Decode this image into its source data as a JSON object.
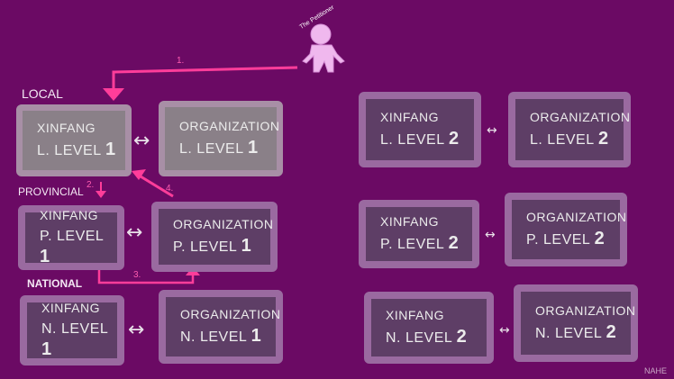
{
  "petitioner": {
    "label": "The Petitioner"
  },
  "levels": {
    "local": "Local",
    "provincial": "Provincial",
    "national": "National"
  },
  "steps": [
    "1.",
    "2.",
    "3.",
    "4."
  ],
  "boxes": {
    "xl1": {
      "top": "Xinfang",
      "bottom_prefix": "L. Level",
      "bottom_num": "1"
    },
    "ol1": {
      "top": "Organization",
      "bottom_prefix": "L. Level",
      "bottom_num": "1"
    },
    "xp1": {
      "top": "Xinfang",
      "bottom_prefix": "P. Level",
      "bottom_num": "1"
    },
    "op1": {
      "top": "Organization",
      "bottom_prefix": "P. Level",
      "bottom_num": "1"
    },
    "xn1": {
      "top": "Xinfang",
      "bottom_prefix": "N. Level",
      "bottom_num": "1"
    },
    "on1": {
      "top": "Organization",
      "bottom_prefix": "N. Level",
      "bottom_num": "1"
    },
    "xl2": {
      "top": "Xinfang",
      "bottom_prefix": "L. Level",
      "bottom_num": "2"
    },
    "ol2": {
      "top": "Organization",
      "bottom_prefix": "L. Level",
      "bottom_num": "2"
    },
    "xp2": {
      "top": "Xinfang",
      "bottom_prefix": "P. Level",
      "bottom_num": "2"
    },
    "op2": {
      "top": "Organization",
      "bottom_prefix": "P. Level",
      "bottom_num": "2"
    },
    "xn2": {
      "top": "Xinfang",
      "bottom_prefix": "N. Level",
      "bottom_num": "2"
    },
    "on2": {
      "top": "Organization",
      "bottom_prefix": "N. Level",
      "bottom_num": "2"
    }
  },
  "connector": "↔",
  "signature": "NAHE",
  "colors": {
    "background": "#6b0a64",
    "arrow": "#ff3d9a",
    "figure": "#f0b8ee"
  }
}
